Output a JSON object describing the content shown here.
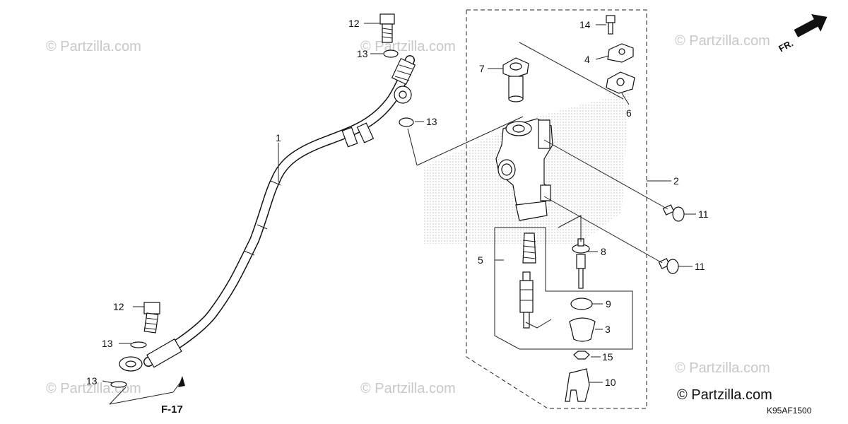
{
  "watermarks": [
    "© Partzilla.com",
    "© Partzilla.com",
    "© Partzilla.com",
    "© Partzilla.com",
    "© Partzilla.com",
    "© Partzilla.com"
  ],
  "copyright": "© Partzilla.com",
  "diagram_code": "K95AF1500",
  "front_marker": "FR.",
  "reference_label": "F-17",
  "callouts": {
    "c1": "1",
    "c2": "2",
    "c3": "3",
    "c4": "4",
    "c5": "5",
    "c6": "6",
    "c7": "7",
    "c8": "8",
    "c9": "9",
    "c10": "10",
    "c11a": "11",
    "c11b": "11",
    "c12a": "12",
    "c12b": "12",
    "c13a": "13",
    "c13b": "13",
    "c13c": "13",
    "c13d": "13",
    "c14": "14",
    "c15": "15"
  }
}
